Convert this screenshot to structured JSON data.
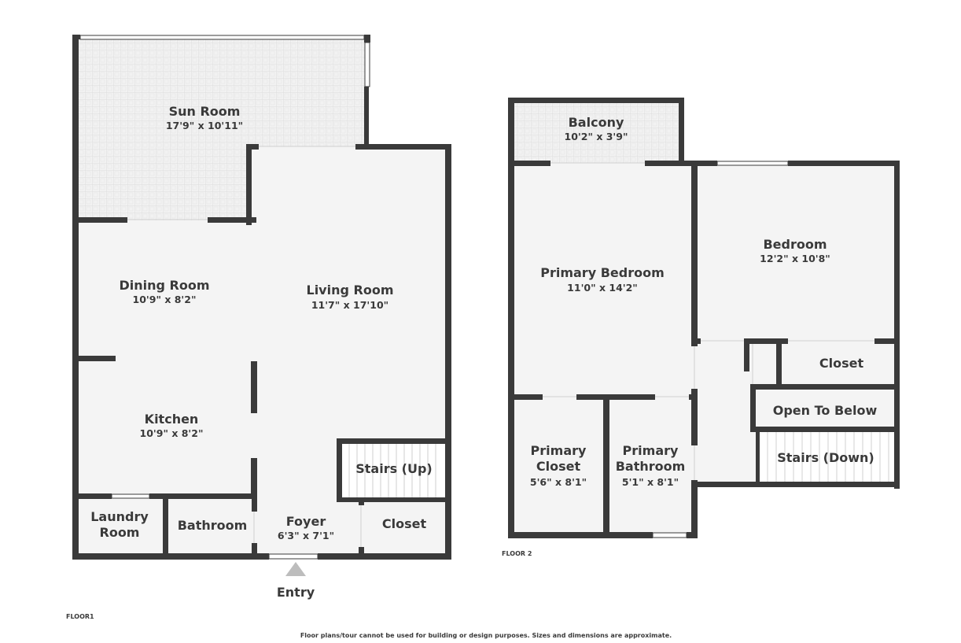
{
  "floor1": {
    "label": "FLOOR1",
    "entry": "Entry",
    "rooms": {
      "sun_room": {
        "name": "Sun Room",
        "dims": "17'9\" x 10'11\""
      },
      "dining_room": {
        "name": "Dining Room",
        "dims": "10'9\" x 8'2\""
      },
      "living_room": {
        "name": "Living Room",
        "dims": "11'7\" x 17'10\""
      },
      "kitchen": {
        "name": "Kitchen",
        "dims": "10'9\" x 8'2\""
      },
      "stairs_up": {
        "name": "Stairs (Up)"
      },
      "laundry_room": {
        "name_line1": "Laundry",
        "name_line2": "Room"
      },
      "bathroom": {
        "name": "Bathroom"
      },
      "foyer": {
        "name": "Foyer",
        "dims": "6'3\" x 7'1\""
      },
      "closet": {
        "name": "Closet"
      }
    }
  },
  "floor2": {
    "label": "FLOOR 2",
    "rooms": {
      "balcony": {
        "name": "Balcony",
        "dims": "10'2\" x 3'9\""
      },
      "primary_bedroom": {
        "name": "Primary Bedroom",
        "dims": "11'0\" x 14'2\""
      },
      "bedroom": {
        "name": "Bedroom",
        "dims": "12'2\" x 10'8\""
      },
      "closet": {
        "name": "Closet"
      },
      "open_to_below": {
        "name": "Open To Below"
      },
      "stairs_down": {
        "name": "Stairs (Down)"
      },
      "primary_closet": {
        "name_line1": "Primary",
        "name_line2": "Closet",
        "dims": "5'6\" x 8'1\""
      },
      "primary_bathroom": {
        "name_line1": "Primary",
        "name_line2": "Bathroom",
        "dims": "5'1\" x 8'1\""
      }
    }
  },
  "disclaimer": "Floor plans/tour cannot be used for building or design purposes. Sizes and dimensions are approximate.",
  "colors": {
    "wall": "#3a3a3a",
    "floor": "#f4f4f4",
    "tile": "#f0f0f0",
    "tile_line": "#dddddd",
    "text": "#3a3a3a"
  }
}
